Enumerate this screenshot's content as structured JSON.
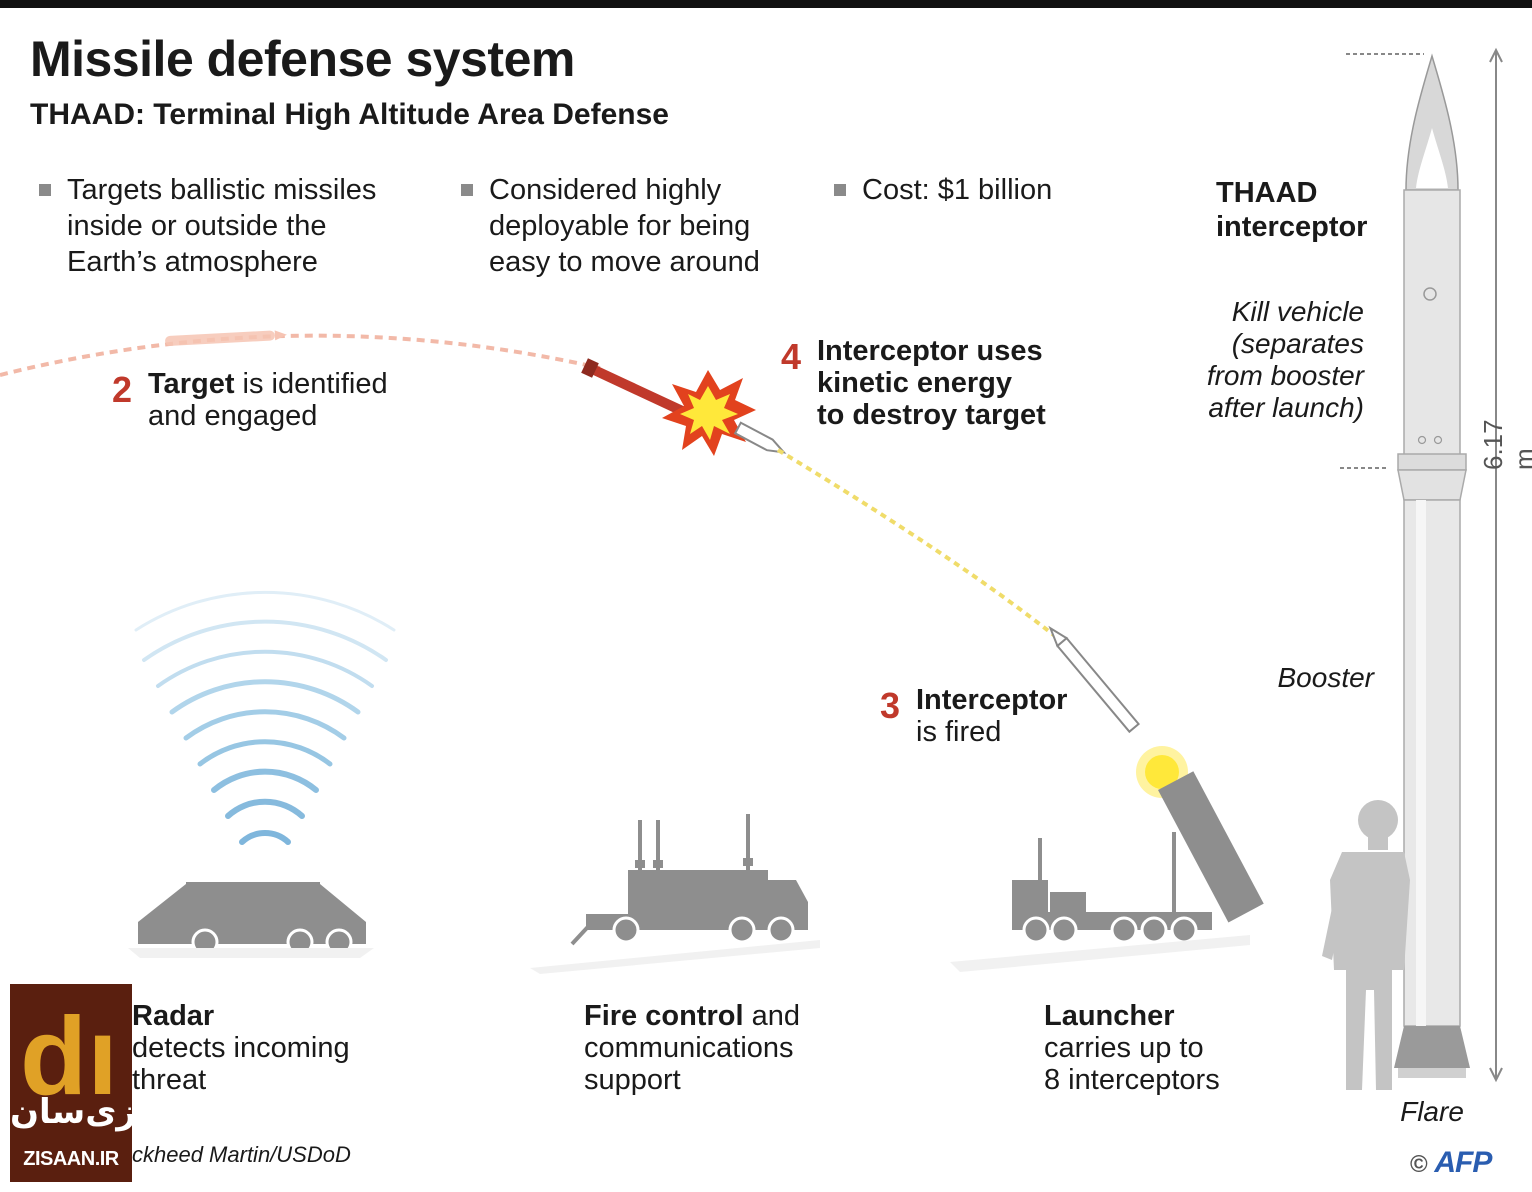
{
  "header": {
    "title": "Missile defense system",
    "subtitle": "THAAD: Terminal High Altitude Area Defense"
  },
  "facts": [
    {
      "text": "Targets ballistic missiles\ninside or outside the\nEarth’s atmosphere"
    },
    {
      "text": "Considered highly\ndeployable for being\neasy to move around"
    },
    {
      "text": "Cost: $1 billion"
    }
  ],
  "steps": {
    "step2": {
      "num": "2",
      "bold": "Target",
      "rest": " is identified",
      "line2": "and engaged"
    },
    "step3": {
      "num": "3",
      "bold": "Interceptor",
      "line2": "is fired"
    },
    "step4": {
      "num": "4",
      "line1": "Interceptor uses",
      "line2": "kinetic energy",
      "line3": "to destroy target"
    }
  },
  "components": {
    "radar": {
      "bold": "Radar",
      "line2": "detects incoming",
      "line3": "threat"
    },
    "fire_control": {
      "bold": "Fire control",
      "rest": " and",
      "line2": "communications",
      "line3": "support"
    },
    "launcher": {
      "bold": "Launcher",
      "line2": "carries up to",
      "line3": "8 interceptors"
    }
  },
  "interceptor": {
    "title_line1": "THAAD",
    "title_line2": "interceptor",
    "kill_vehicle": "Kill vehicle",
    "kv_note1": "(separates",
    "kv_note2": "from booster",
    "kv_note3": "after launch)",
    "booster": "Booster",
    "flare": "Flare",
    "length": "6.17 m"
  },
  "source": "ckheed Martin/USDoD",
  "logo": {
    "arabic": "زی‌سان",
    "url": "ZISAAN.IR"
  },
  "credit": {
    "copyright": "©",
    "brand": "AFP"
  },
  "colors": {
    "accent_red": "#c0392b",
    "gray": "#8e8e8e",
    "radar_blue": "#7fb6dc",
    "trail_yellow": "#f0dc6a",
    "trail_pink": "#f2b9a8"
  }
}
